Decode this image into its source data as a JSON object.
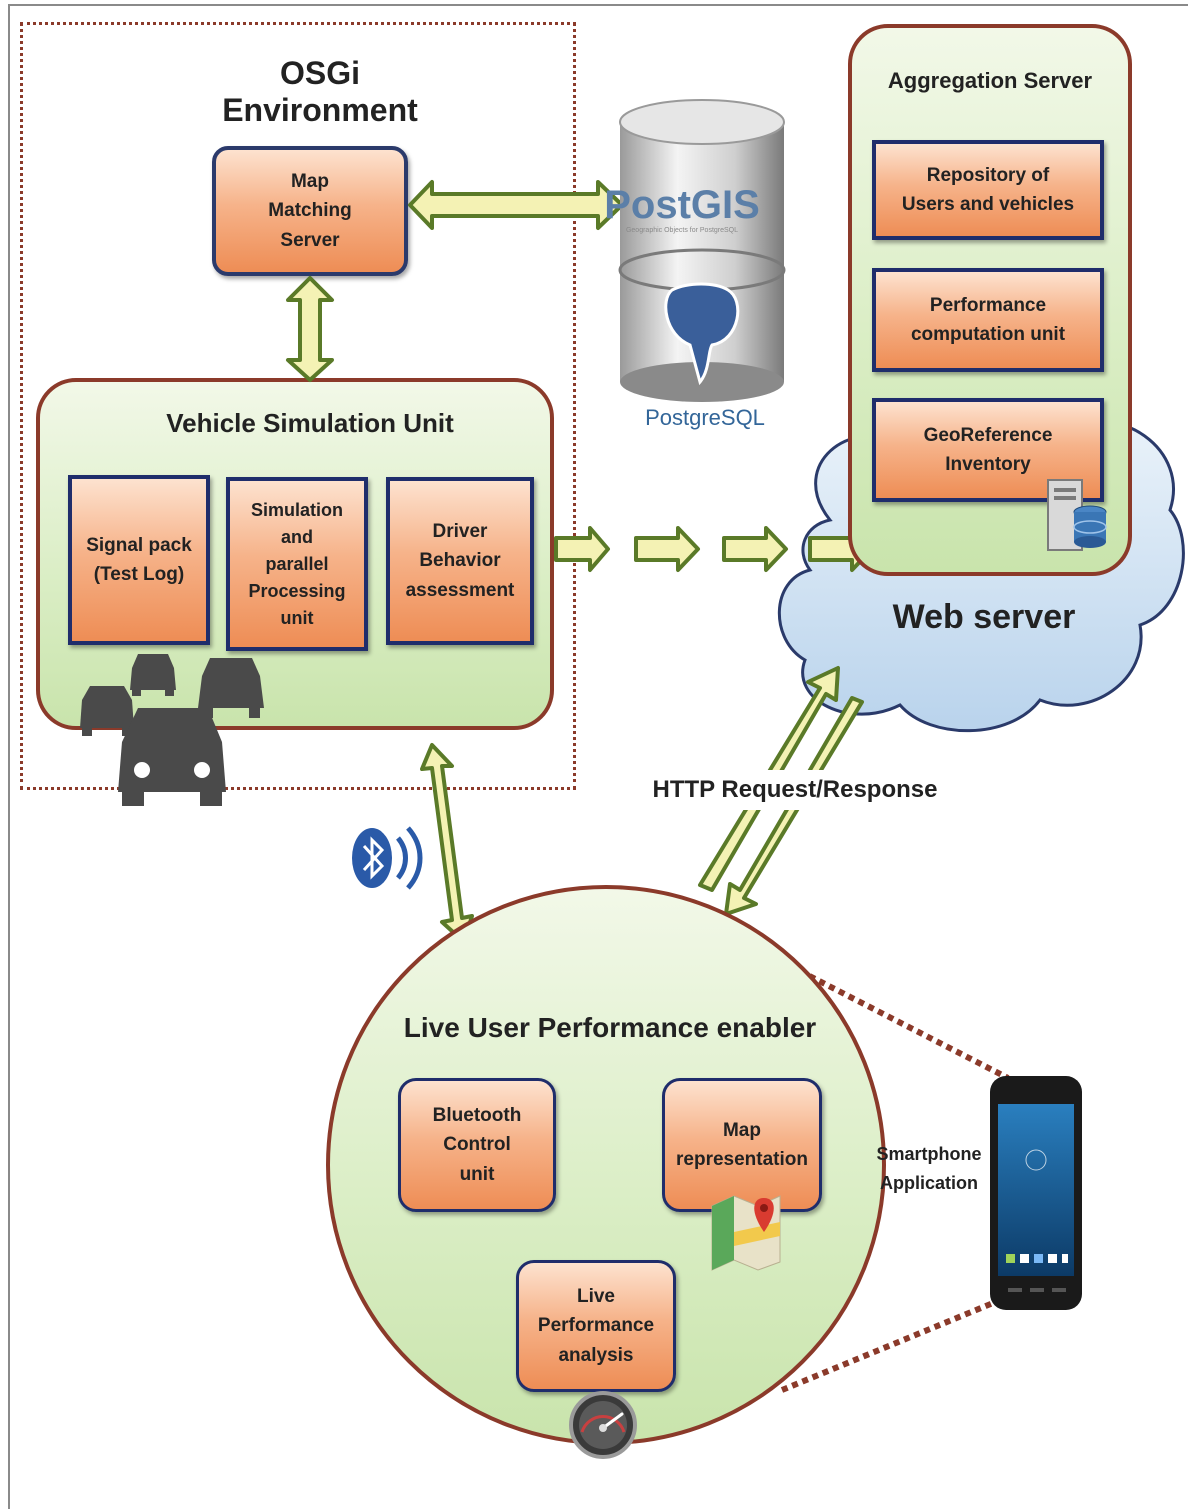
{
  "osgi": {
    "title": "OSGi Environment"
  },
  "map_matching": {
    "line1": "Map",
    "line2": "Matching",
    "line3": "Server"
  },
  "postgis": {
    "logo": "PostGIS",
    "tagline": "Geographic Objects for PostgreSQL",
    "postgres": "PostgreSQL"
  },
  "vsu": {
    "title": "Vehicle Simulation Unit",
    "signal_pack": {
      "line1": "Signal pack",
      "line2": "(Test Log)"
    },
    "simulation": {
      "line1": "Simulation",
      "line2": "and",
      "line3": "parallel",
      "line4": "Processing",
      "line5": "unit"
    },
    "driver": {
      "line1": "Driver",
      "line2": "Behavior",
      "line3": "assessment"
    }
  },
  "aggregation": {
    "title": "Aggregation Server",
    "repository": {
      "line1": "Repository of",
      "line2": "Users and vehicles"
    },
    "performance": {
      "line1": "Performance",
      "line2": "computation unit"
    },
    "georef": {
      "line1": "GeoReference",
      "line2": "Inventory"
    }
  },
  "web_server": {
    "label": "Web server"
  },
  "http": {
    "label": "HTTP Request/Response"
  },
  "lupe": {
    "title": "Live User Performance enabler",
    "bluetooth": {
      "line1": "Bluetooth",
      "line2": "Control",
      "line3": "unit"
    },
    "map_rep": {
      "line1": "Map",
      "line2": "representation"
    },
    "live_perf": {
      "line1": "Live",
      "line2": "Performance",
      "line3": "analysis"
    }
  },
  "smartphone": {
    "line1": "Smartphone",
    "line2": "Application"
  },
  "colors": {
    "box_border": "#1f2d6b",
    "panel_border": "#8b3a2a",
    "arrow_fill": "#f4f2b4",
    "arrow_stroke": "#5a7a28",
    "cloud_fill": "#d8e8f6",
    "cloud_stroke": "#2a3a6a"
  }
}
